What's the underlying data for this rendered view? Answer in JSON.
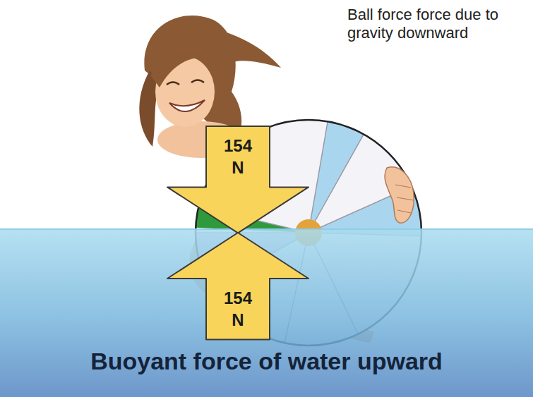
{
  "diagram": {
    "nodes": [
      {
        "text": [
          "154 N"
        ]
      },
      {
        "text": [
          "154 N"
        ]
      }
    ],
    "labels": [
      "Ball force force due to gravity downward",
      "Buoyant force of water upward"
    ]
  }
}
